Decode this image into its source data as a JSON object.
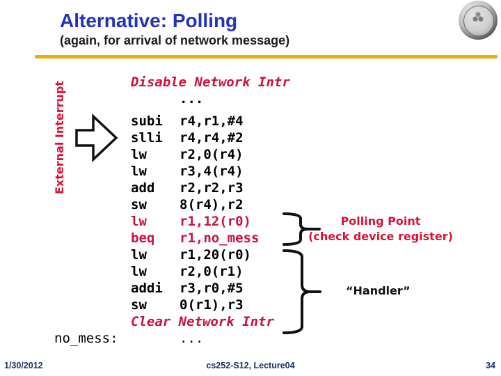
{
  "title": "Alternative: Polling",
  "subtitle": "(again, for arrival of network message)",
  "side_label": "External Interrupt",
  "code": {
    "lines": [
      {
        "type": "pseudo",
        "text": "Disable Network Intr"
      },
      {
        "type": "dots",
        "text": "..."
      },
      {
        "type": "gap"
      },
      {
        "type": "instr",
        "op": "subi",
        "args": "r4,r1,#4"
      },
      {
        "type": "instr",
        "op": "slli",
        "args": "r4,r4,#2"
      },
      {
        "type": "instr",
        "op": "lw",
        "args": "r2,0(r4)"
      },
      {
        "type": "instr",
        "op": "lw",
        "args": "r3,4(r4)"
      },
      {
        "type": "instr",
        "op": "add",
        "args": "r2,r2,r3"
      },
      {
        "type": "instr",
        "op": "sw",
        "args": "8(r4),r2"
      },
      {
        "type": "instr",
        "op": "lw",
        "args": "r1,12(r0)",
        "highlight": true
      },
      {
        "type": "instr",
        "op": "beq",
        "args": "r1,no_mess",
        "highlight": true
      },
      {
        "type": "instr",
        "op": "lw",
        "args": "r1,20(r0)"
      },
      {
        "type": "instr",
        "op": "lw",
        "args": "r2,0(r1)"
      },
      {
        "type": "instr",
        "op": "addi",
        "args": "r3,r0,#5"
      },
      {
        "type": "instr",
        "op": "sw",
        "args": "0(r1),r3"
      },
      {
        "type": "pseudo",
        "text": "Clear Network Intr"
      },
      {
        "type": "labeled_dots",
        "label": "no_mess:",
        "text": "..."
      }
    ]
  },
  "annotations": {
    "polling_line1": "Polling Point",
    "polling_line2": "(check device register)",
    "handler": "“Handler”"
  },
  "footer": {
    "date": "1/30/2012",
    "center": "cs252-S12, Lecture04",
    "page": "34"
  },
  "colors": {
    "title_blue": "#2233bb",
    "code_red": "#cc1140",
    "annotation_red": "#dd1133",
    "gold_rule": "#eaab11",
    "footer_navy": "#1f3060"
  }
}
